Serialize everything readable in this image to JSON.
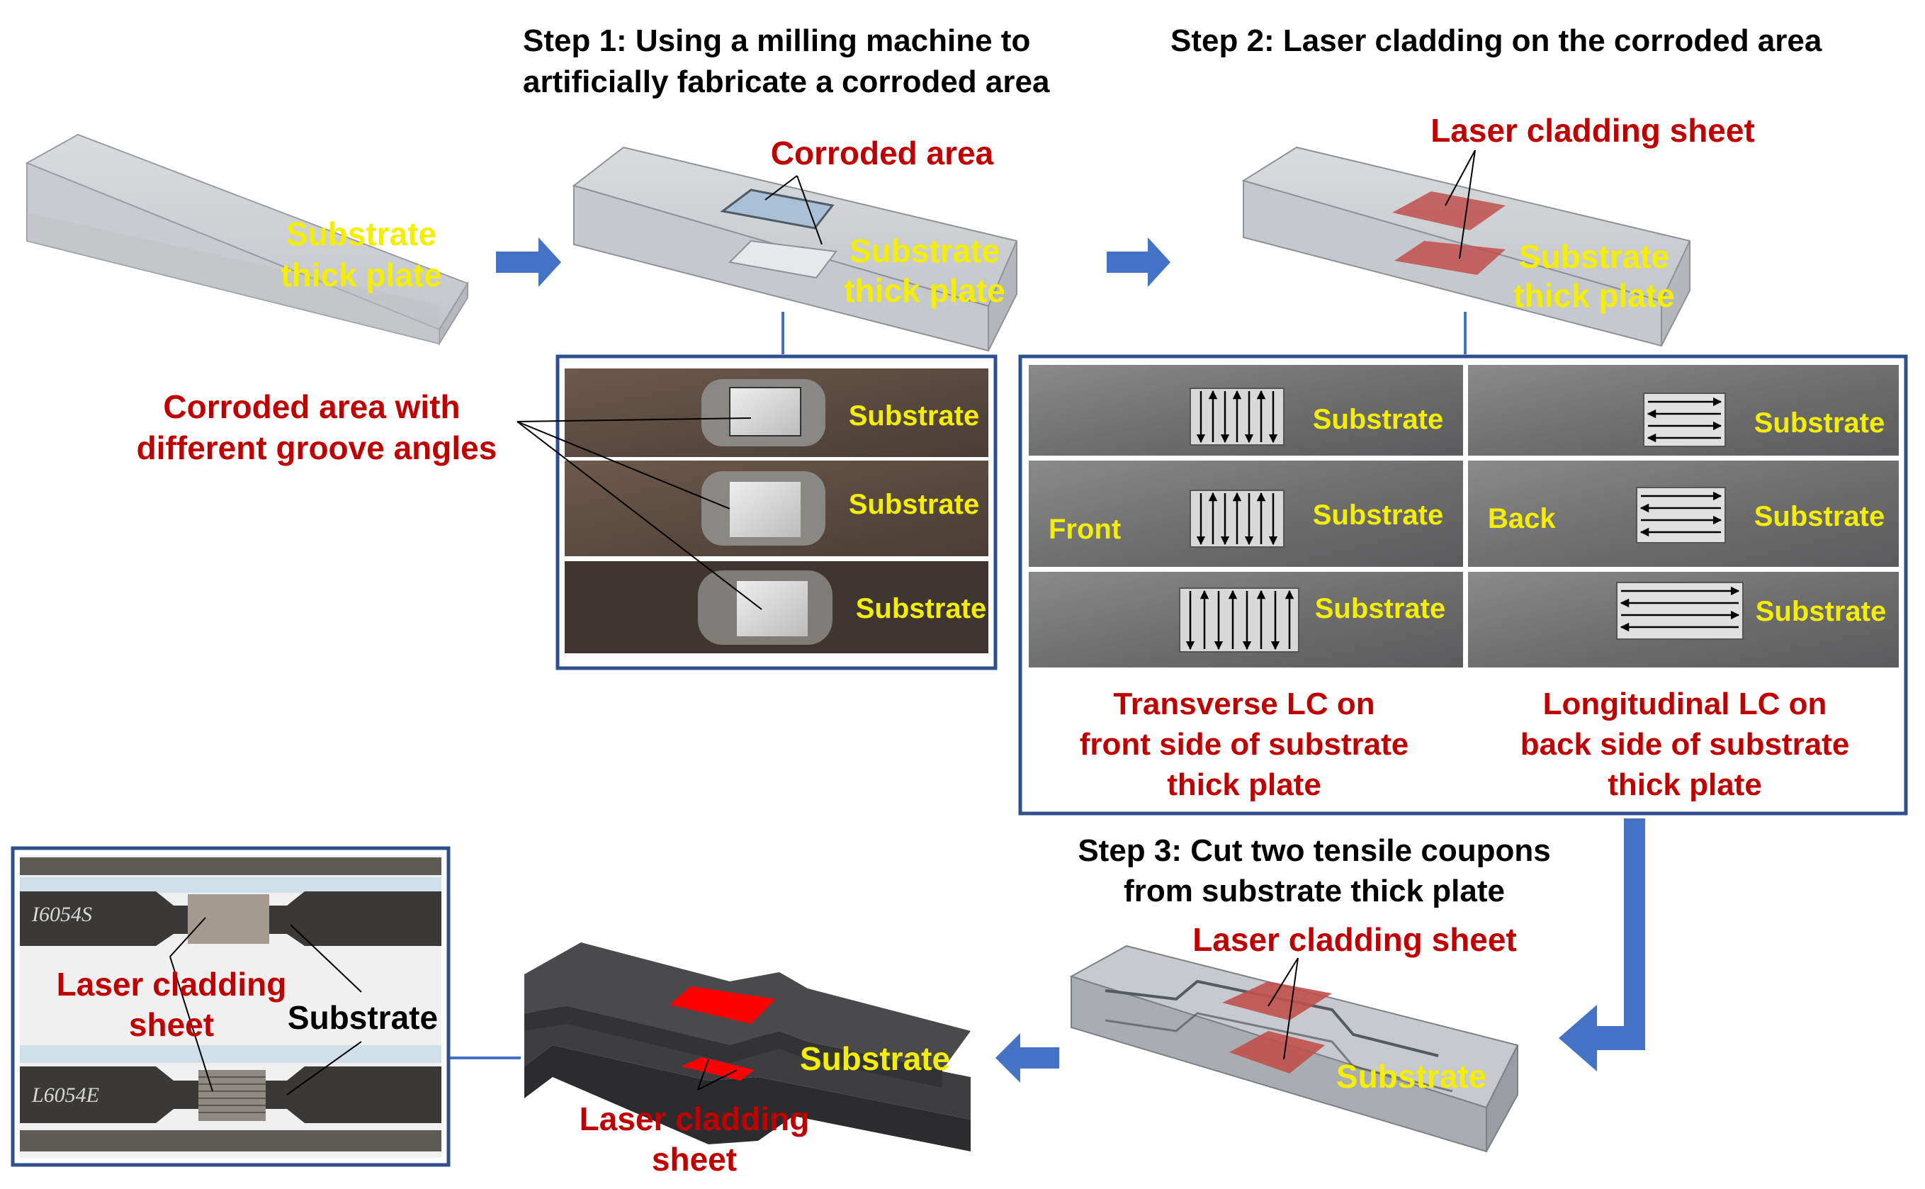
{
  "colors": {
    "yellow": "#f4ee00",
    "red": "#c00000",
    "black": "#000000",
    "blue_arrow": "#4472c4",
    "frame_blue": "#2f4f8f",
    "cladding_red": "#c0504d",
    "bright_red": "#ff0000",
    "plate_grey": "#b9bcc0"
  },
  "step1": {
    "title_line1": "Step 1: Using a milling machine to",
    "title_line2": "artificially fabricate a corroded area",
    "corroded_area": "Corroded area",
    "substrate_line1": "Substrate",
    "substrate_line2": "thick plate",
    "groove_label_line1": "Corroded area with",
    "groove_label_line2": "different groove angles",
    "photo_labels": [
      "Substrate",
      "Substrate",
      "Substrate"
    ]
  },
  "step0": {
    "substrate_line1": "Substrate",
    "substrate_line2": "thick plate"
  },
  "step2": {
    "title": "Step 2: Laser cladding on the corroded area",
    "sheet_label": "Laser cladding sheet",
    "substrate_line1": "Substrate",
    "substrate_line2": "thick plate",
    "front_label": "Front",
    "back_label": "Back",
    "front_photo_labels": [
      "Substrate",
      "Substrate",
      "Substrate"
    ],
    "back_photo_labels": [
      "Substrate",
      "Substrate",
      "Substrate"
    ],
    "transverse_line1": "Transverse LC on",
    "transverse_line2": "front side of substrate",
    "transverse_line3": "thick plate",
    "longitudinal_line1": "Longitudinal LC on",
    "longitudinal_line2": "back side of substrate",
    "longitudinal_line3": "thick plate"
  },
  "step3": {
    "title_line1": "Step 3: Cut two tensile coupons",
    "title_line2": "from substrate thick plate",
    "sheet_label": "Laser cladding sheet",
    "substrate": "Substrate"
  },
  "coupon": {
    "substrate": "Substrate",
    "sheet_line1": "Laser cladding",
    "sheet_line2": "sheet"
  },
  "final_photo": {
    "sheet_line1": "Laser cladding",
    "sheet_line2": "sheet",
    "substrate": "Substrate",
    "marking1": "I6054S",
    "marking2": "L6054E"
  }
}
